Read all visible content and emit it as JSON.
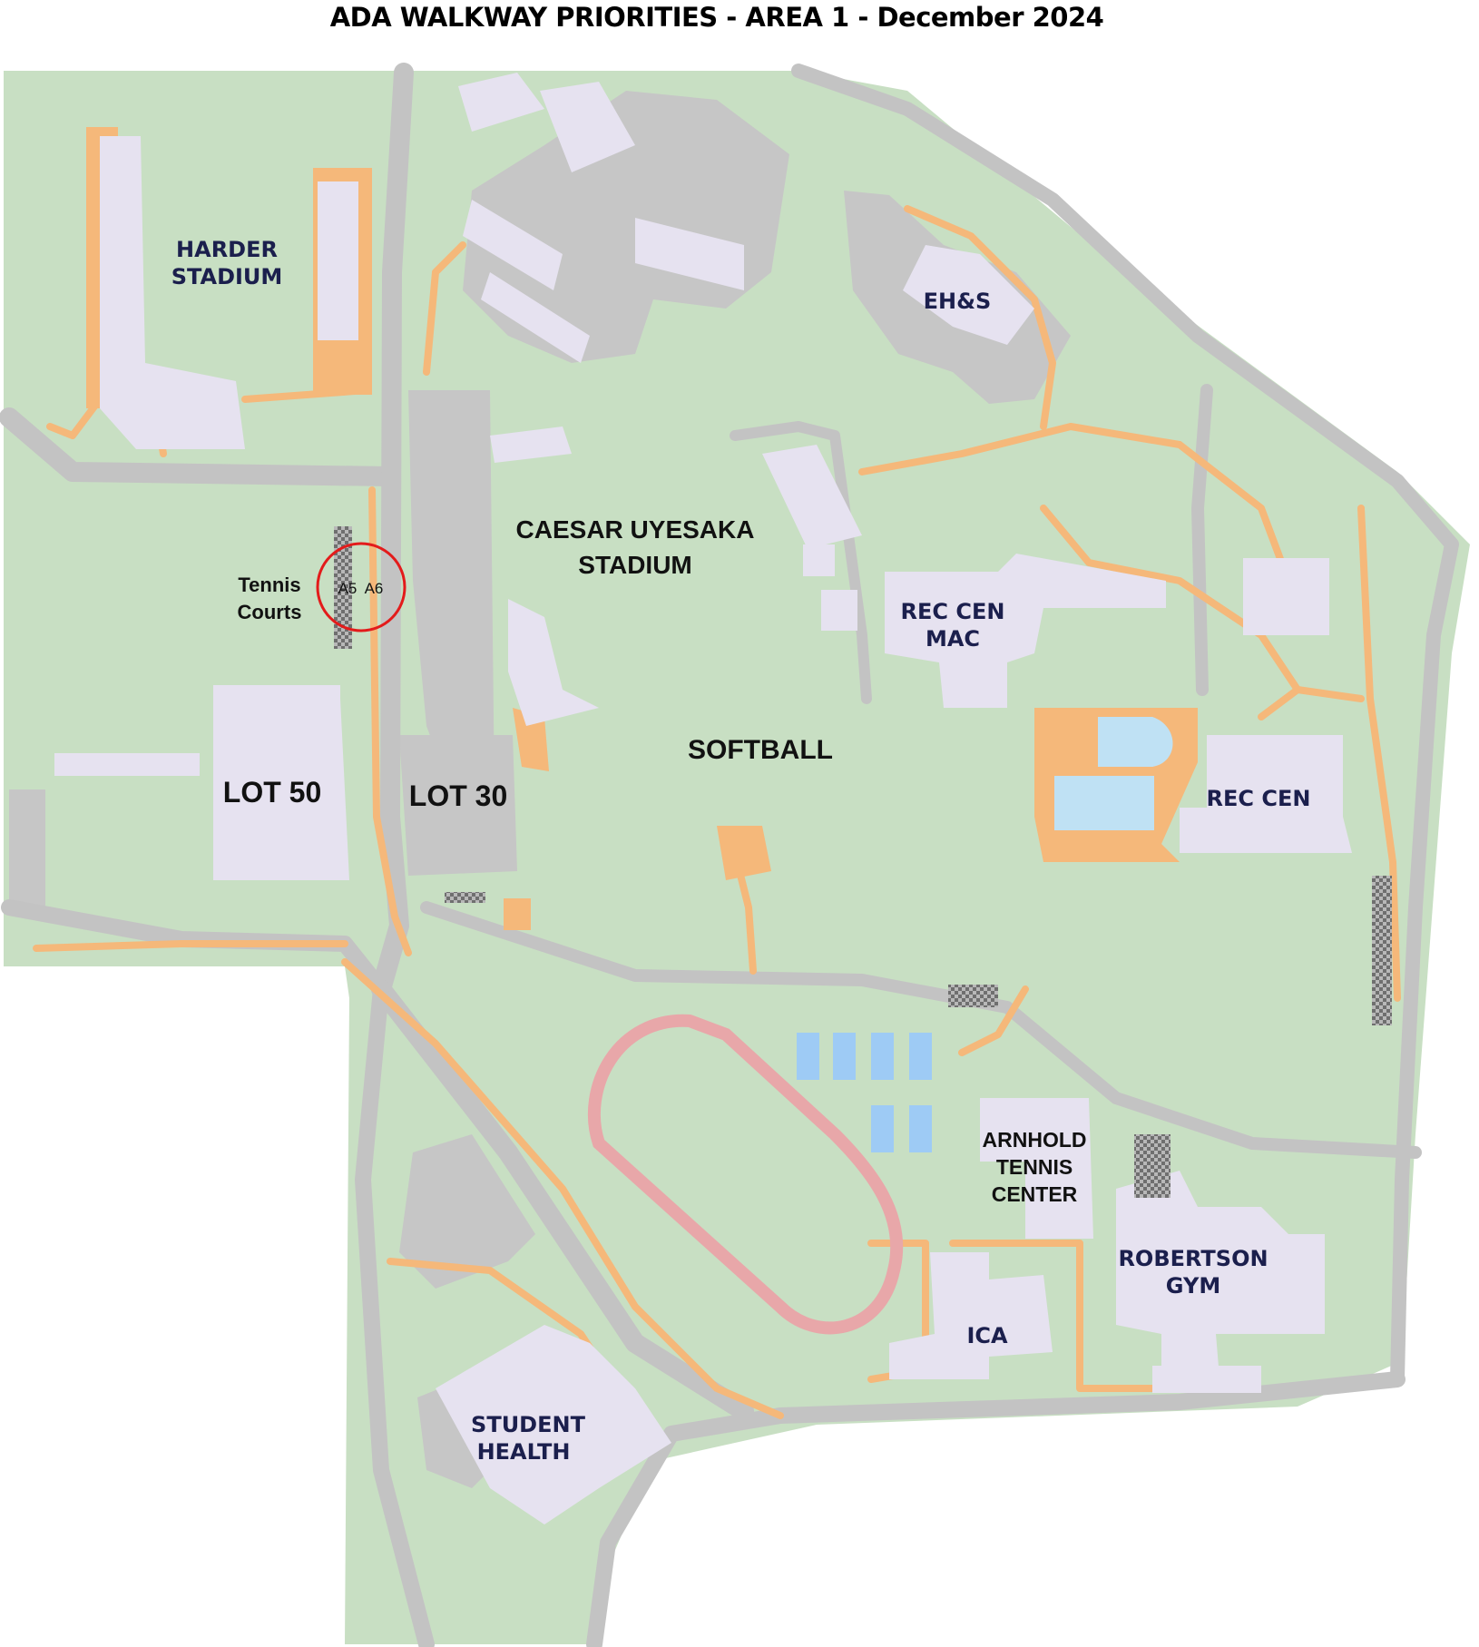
{
  "title": "ADA WALKWAY PRIORITIES - AREA 1 - December 2024",
  "colors": {
    "grass": "#c8dfc3",
    "building": "#e6e2f0",
    "walkway": "#f5b87a",
    "road": "#c3c3c3",
    "parking": "#c6c6c6",
    "track": "#e8a7a9",
    "water": "#bfe1f4",
    "courts": "#9ecbf5",
    "marker": "#e31b1b"
  },
  "labels": {
    "harder_stadium": [
      "HARDER",
      "STADIUM"
    ],
    "eh_s": "EH&S",
    "caesar_uyesaka": [
      "CAESAR UYESAKA",
      "STADIUM"
    ],
    "rec_cen_mac": [
      "REC CEN",
      "MAC"
    ],
    "softball": "SOFTBALL",
    "rec_cen": "REC CEN",
    "lot_50": "LOT 50",
    "lot_30": "LOT 30",
    "tennis_courts": [
      "Tennis",
      "Courts"
    ],
    "arnhold": [
      "ARNHOLD",
      "TENNIS",
      "CENTER"
    ],
    "robertson_gym": [
      "ROBERTSON",
      "GYM"
    ],
    "ica": "ICA",
    "student_health": [
      "STUDENT",
      "HEALTH"
    ]
  },
  "priority_marker": {
    "items": [
      "A5",
      "A6"
    ]
  }
}
